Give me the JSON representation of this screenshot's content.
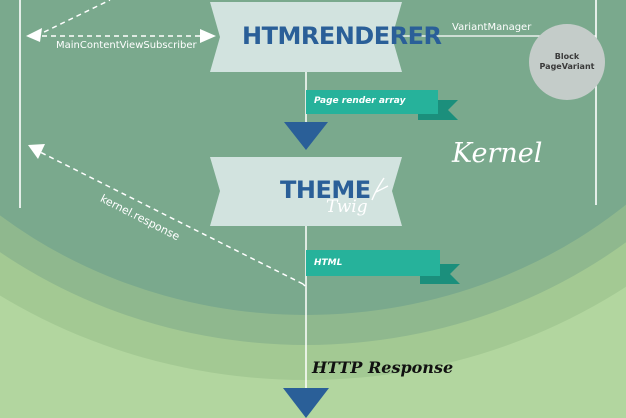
{
  "colors": {
    "background_outer": "#b2d69f",
    "band_light": "#a3c993",
    "band_mid": "#8fb88e",
    "band_inner": "#7aa98d",
    "box_fill": "#d2e3df",
    "box_text": "#2a5f98",
    "ribbon_fill": "#26b29b",
    "ribbon_dark": "#1b8f7c",
    "arrow_fill": "#2a5f98",
    "circle_fill": "#c4ccc9"
  },
  "diagram": {
    "htmrenderer_label": "HTMRENDERER",
    "theme_label": "THEME",
    "twig_label": "Twig",
    "kernel_label": "Kernel",
    "page_render_array_label": "Page render array",
    "html_label": "HTML",
    "http_response_label": "HTTP Response",
    "variant_manager_label": "VariantManager",
    "block_page_variant_line1": "Block",
    "block_page_variant_line2": "PageVariant",
    "main_content_view_subscriber_label": "MainContentViewSubscriber",
    "kernel_response_label": "kernel.response"
  }
}
